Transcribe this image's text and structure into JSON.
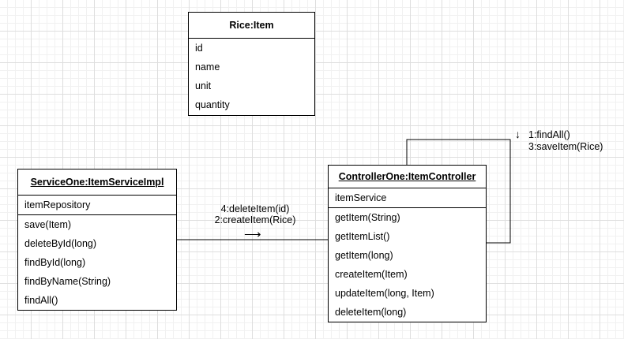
{
  "classes": {
    "rice": {
      "title": "Rice:Item",
      "attributes": [
        "id",
        "name",
        "unit",
        "quantity"
      ]
    },
    "service": {
      "title": "ServiceOne:ItemServiceImpl",
      "attributes": [
        "itemRepository"
      ],
      "methods": [
        "save(Item)",
        "deleteById(long)",
        "findById(long)",
        "findByName(String)",
        "findAll()"
      ]
    },
    "controller": {
      "title": "ControllerOne:ItemController",
      "attributes": [
        "itemService"
      ],
      "methods": [
        "getItem(String)",
        "getItemList()",
        "getItem(long)",
        "createItem(Item)",
        "updateItem(long, Item)",
        "deleteItem(long)"
      ]
    }
  },
  "messages": {
    "self_call": {
      "arrow": "↓",
      "lines": [
        "1:findAll()",
        "3:saveItem(Rice)"
      ]
    },
    "controller_to_service": {
      "arrow": "⟶",
      "lines": [
        "4:deleteItem(id)",
        "2:createItem(Rice)"
      ]
    }
  }
}
